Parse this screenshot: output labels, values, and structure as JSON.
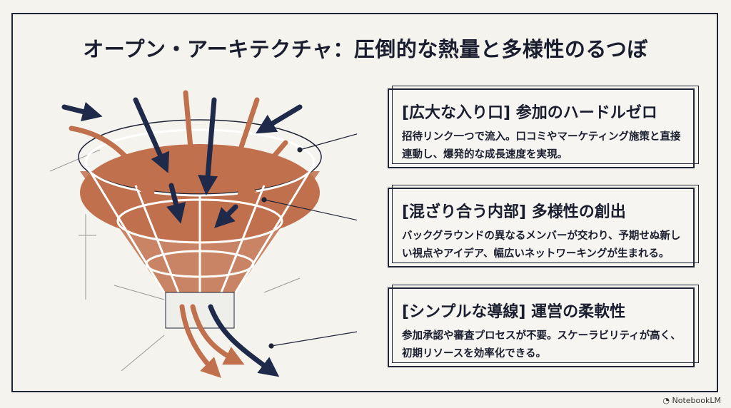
{
  "title": "オープン・アーキテクチャ：圧倒的な熱量と多様性のるつぼ",
  "cards": [
    {
      "heading": "[広大な入り口] 参加のハードルゼロ",
      "body": "招待リンク一つで流入。口コミやマーケティング施策と直接連動し、爆発的な成長速度を実現。"
    },
    {
      "heading": "[混ざり合う内部] 多様性の創出",
      "body": "バックグラウンドの異なるメンバーが交わり、予期せぬ新しい視点やアイデア、幅広いネットワーキングが生まれる。"
    },
    {
      "heading": "[シンプルな導線] 運営の柔軟性",
      "body": "参加承認や審査プロセスが不要。スケーラビリティが高く、初期リソースを効率化できる。"
    }
  ],
  "brand": "NotebookLM",
  "colors": {
    "navy": "#1f2a4a",
    "copper": "#c0704c",
    "background": "#f4f3ee"
  }
}
